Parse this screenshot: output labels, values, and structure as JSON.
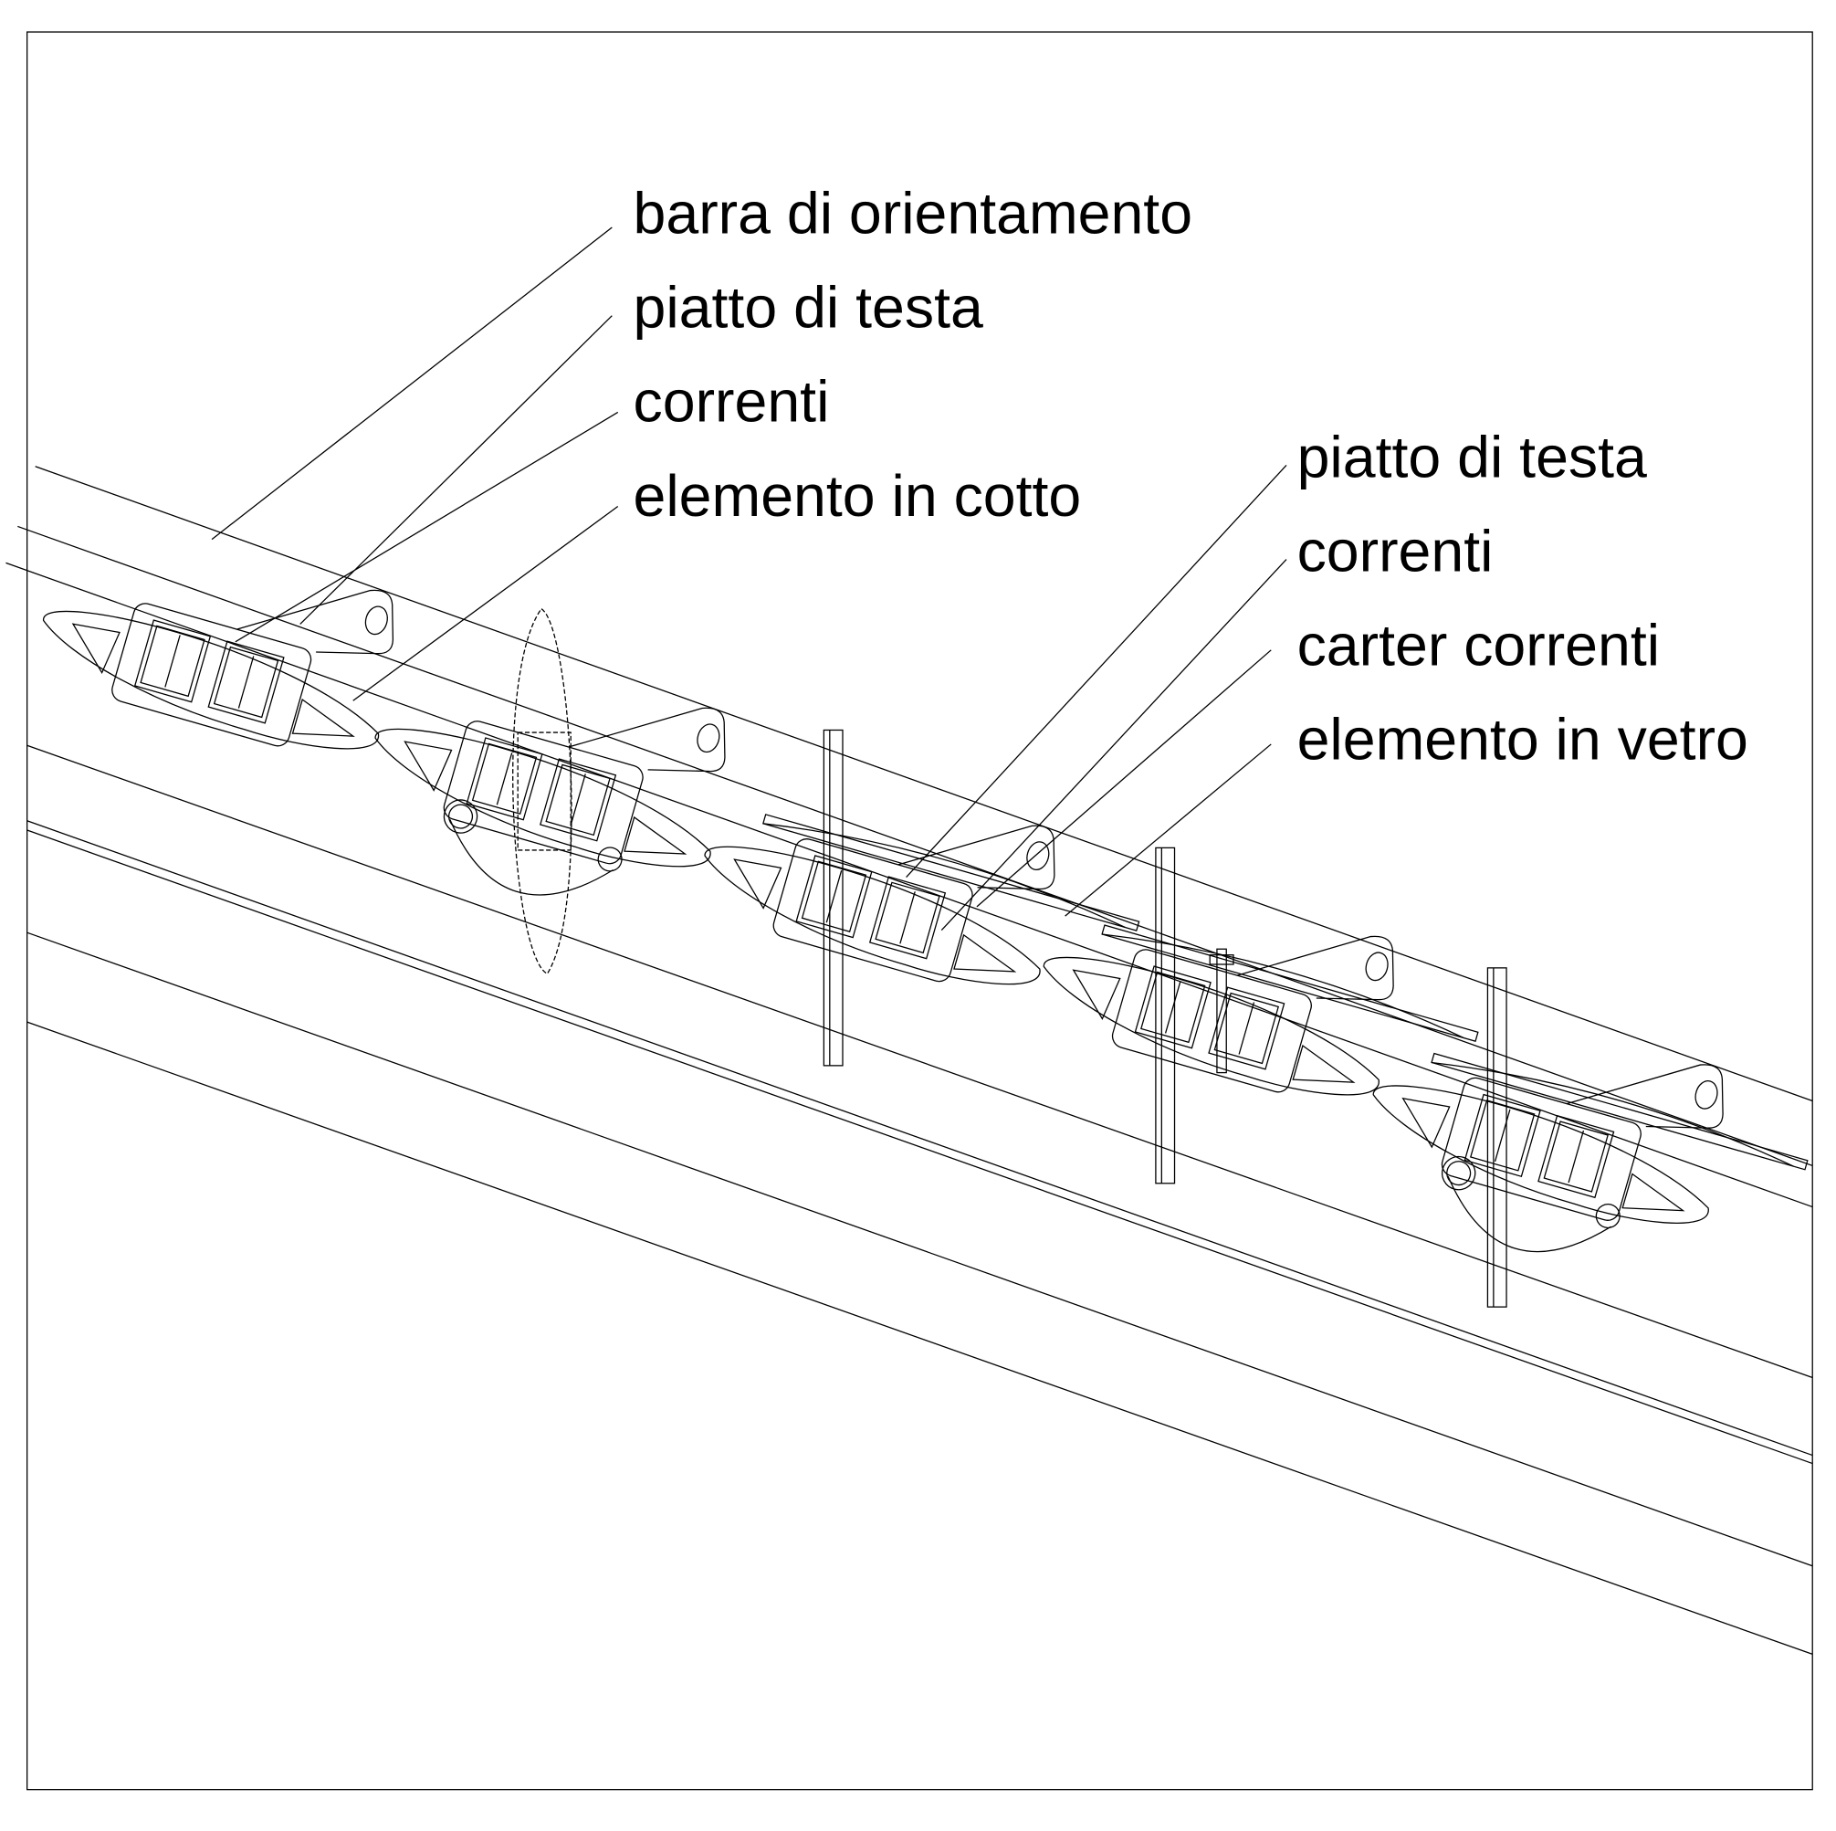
{
  "labels_left": [
    {
      "text": "barra di orientamento"
    },
    {
      "text": "piatto di testa"
    },
    {
      "text": "correnti"
    },
    {
      "text": "elemento in cotto"
    }
  ],
  "labels_right": [
    {
      "text": "piatto di testa"
    },
    {
      "text": "correnti"
    },
    {
      "text": "carter correnti"
    },
    {
      "text": "elemento in vetro"
    }
  ]
}
